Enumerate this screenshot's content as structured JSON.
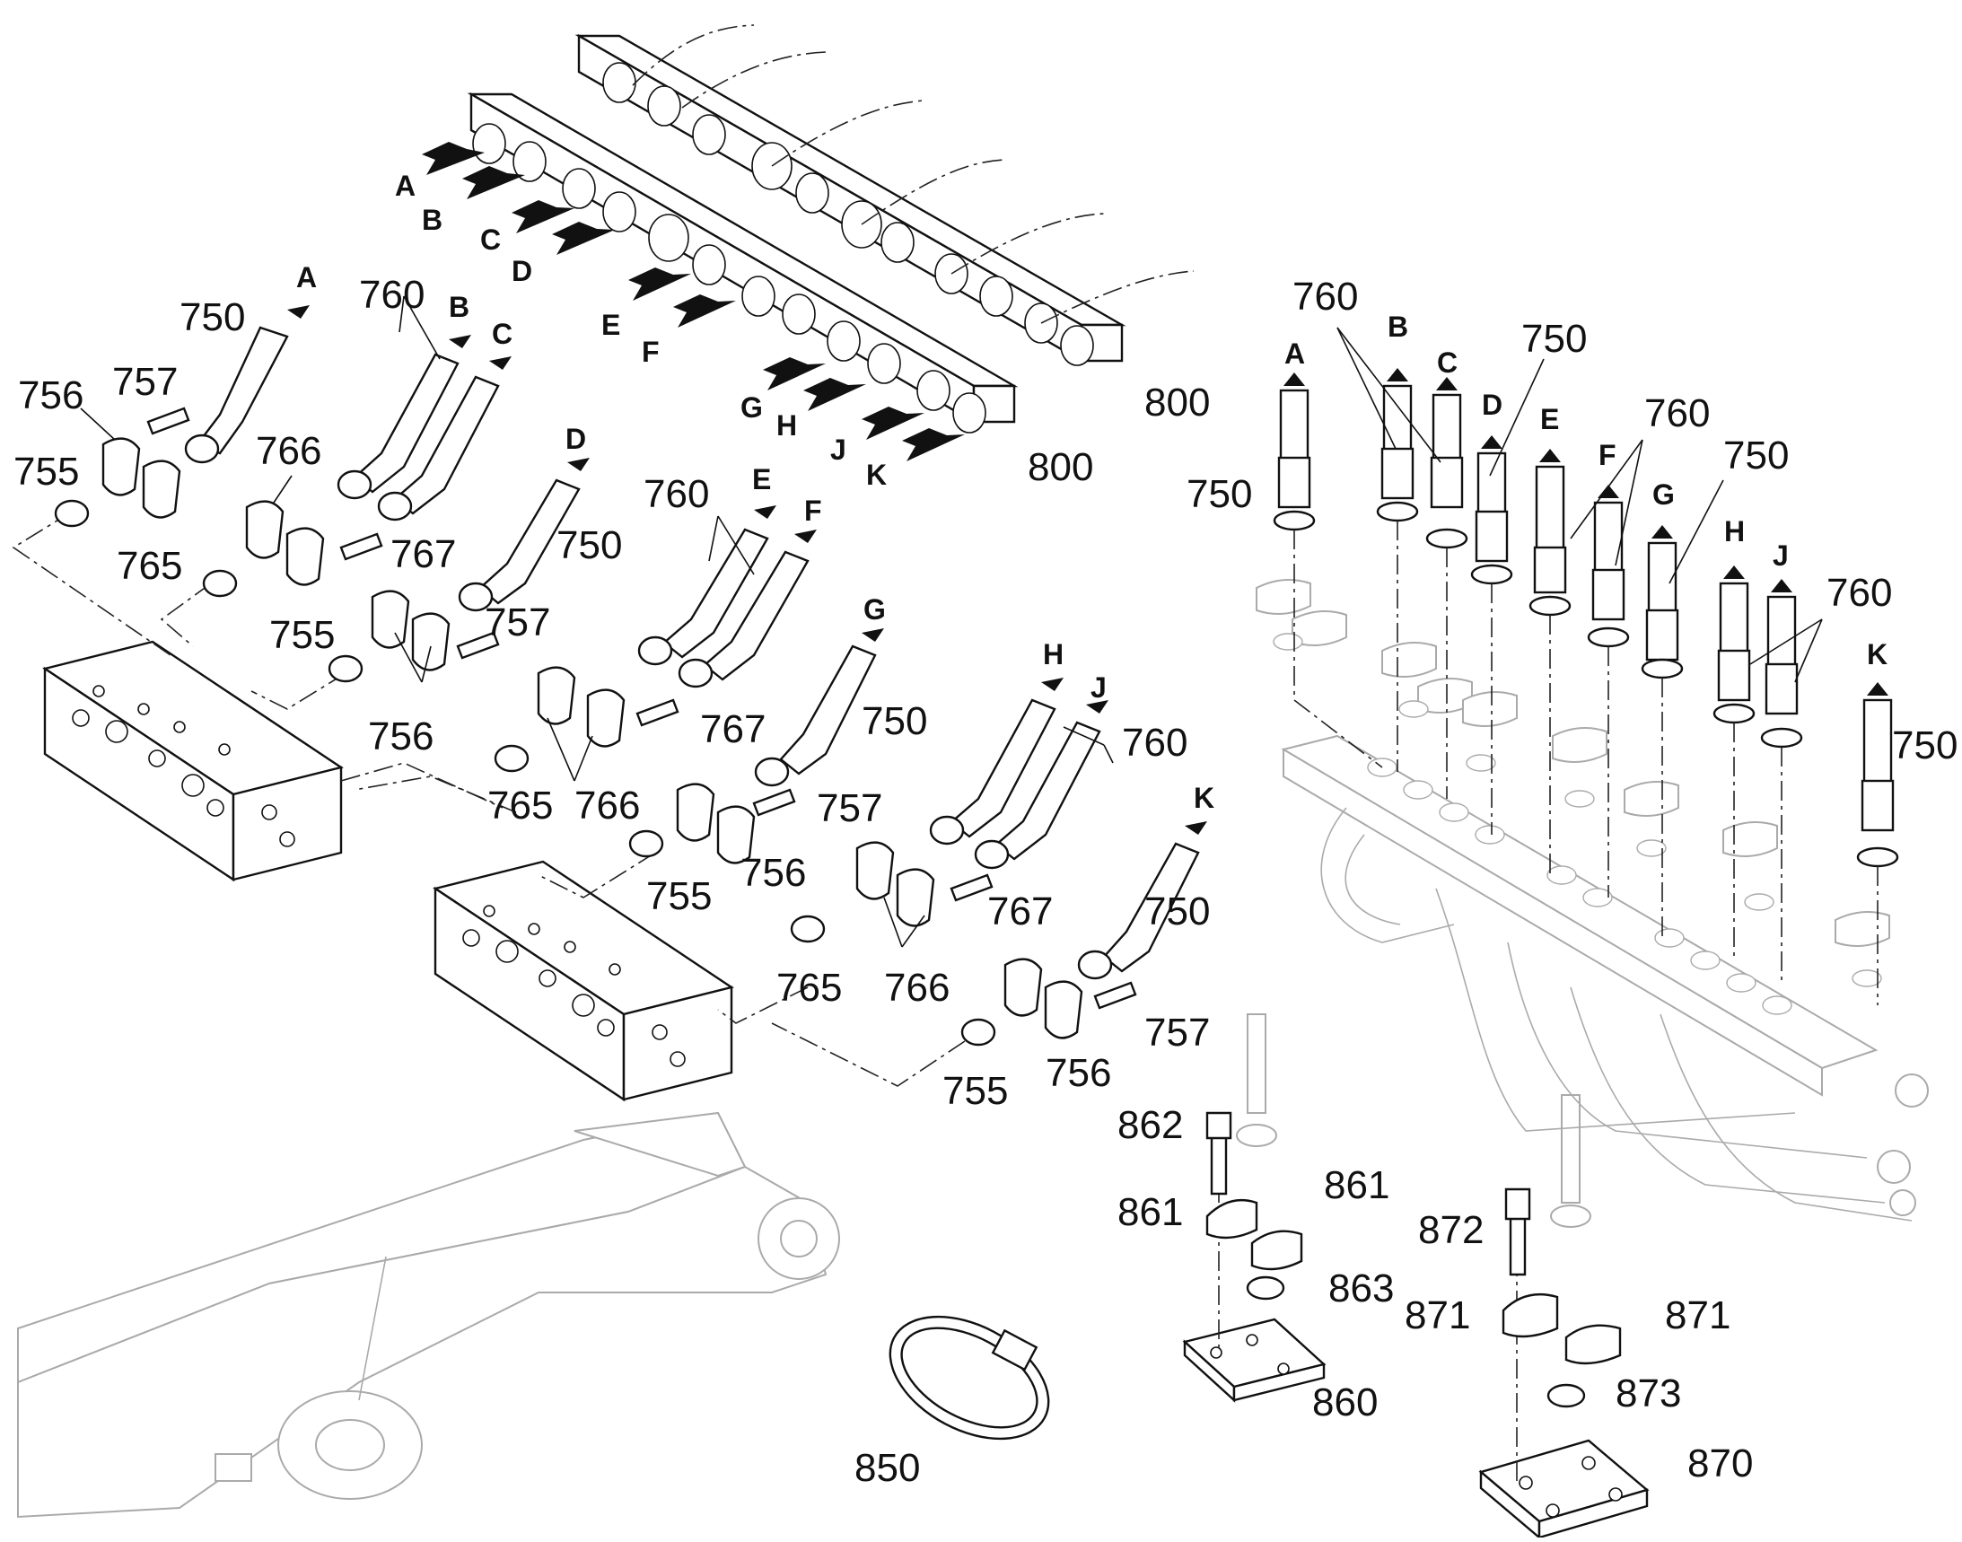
{
  "diagram": {
    "callouts": [
      {
        "id": "c750a",
        "text": "750"
      },
      {
        "id": "c760a",
        "text": "760"
      },
      {
        "id": "c757a",
        "text": "757"
      },
      {
        "id": "c756a",
        "text": "756"
      },
      {
        "id": "c755a",
        "text": "755"
      },
      {
        "id": "c766a",
        "text": "766"
      },
      {
        "id": "c765a",
        "text": "765"
      },
      {
        "id": "c767a",
        "text": "767"
      },
      {
        "id": "c750b",
        "text": "750"
      },
      {
        "id": "c755b",
        "text": "755"
      },
      {
        "id": "c757b",
        "text": "757"
      },
      {
        "id": "c756b",
        "text": "756"
      },
      {
        "id": "c760b",
        "text": "760"
      },
      {
        "id": "c767b",
        "text": "767"
      },
      {
        "id": "c765b",
        "text": "765"
      },
      {
        "id": "c766b",
        "text": "766"
      },
      {
        "id": "c750c",
        "text": "750"
      },
      {
        "id": "c757c",
        "text": "757"
      },
      {
        "id": "c756c",
        "text": "756"
      },
      {
        "id": "c755c",
        "text": "755"
      },
      {
        "id": "c760c",
        "text": "760"
      },
      {
        "id": "c767c",
        "text": "767"
      },
      {
        "id": "c750d",
        "text": "750"
      },
      {
        "id": "c765c",
        "text": "765"
      },
      {
        "id": "c766c",
        "text": "766"
      },
      {
        "id": "c757d",
        "text": "757"
      },
      {
        "id": "c756d",
        "text": "756"
      },
      {
        "id": "c755d",
        "text": "755"
      },
      {
        "id": "c800a",
        "text": "800"
      },
      {
        "id": "c800b",
        "text": "800"
      },
      {
        "id": "c760d",
        "text": "760"
      },
      {
        "id": "c750e",
        "text": "750"
      },
      {
        "id": "c750f",
        "text": "750"
      },
      {
        "id": "c760e",
        "text": "760"
      },
      {
        "id": "c750g",
        "text": "750"
      },
      {
        "id": "c760f",
        "text": "760"
      },
      {
        "id": "c750h",
        "text": "750"
      },
      {
        "id": "c862",
        "text": "862"
      },
      {
        "id": "c861a",
        "text": "861"
      },
      {
        "id": "c861b",
        "text": "861"
      },
      {
        "id": "c863",
        "text": "863"
      },
      {
        "id": "c860",
        "text": "860"
      },
      {
        "id": "c872",
        "text": "872"
      },
      {
        "id": "c871a",
        "text": "871"
      },
      {
        "id": "c871b",
        "text": "871"
      },
      {
        "id": "c873",
        "text": "873"
      },
      {
        "id": "c870",
        "text": "870"
      },
      {
        "id": "c850",
        "text": "850"
      }
    ],
    "letters": [
      {
        "id": "tA",
        "text": "A"
      },
      {
        "id": "tB",
        "text": "B"
      },
      {
        "id": "tC",
        "text": "C"
      },
      {
        "id": "tD",
        "text": "D"
      },
      {
        "id": "tE",
        "text": "E"
      },
      {
        "id": "tF",
        "text": "F"
      },
      {
        "id": "tG",
        "text": "G"
      },
      {
        "id": "tH",
        "text": "H"
      },
      {
        "id": "tJ",
        "text": "J"
      },
      {
        "id": "tK",
        "text": "K"
      },
      {
        "id": "hA",
        "text": "A"
      },
      {
        "id": "hB",
        "text": "B"
      },
      {
        "id": "hC",
        "text": "C"
      },
      {
        "id": "hD",
        "text": "D"
      },
      {
        "id": "hE",
        "text": "E"
      },
      {
        "id": "hF",
        "text": "F"
      },
      {
        "id": "hG",
        "text": "G"
      },
      {
        "id": "hH",
        "text": "H"
      },
      {
        "id": "hJ",
        "text": "J"
      },
      {
        "id": "hK",
        "text": "K"
      },
      {
        "id": "vA",
        "text": "A"
      },
      {
        "id": "vB",
        "text": "B"
      },
      {
        "id": "vC",
        "text": "C"
      },
      {
        "id": "vD",
        "text": "D"
      },
      {
        "id": "vE",
        "text": "E"
      },
      {
        "id": "vF",
        "text": "F"
      },
      {
        "id": "vG",
        "text": "G"
      },
      {
        "id": "vH",
        "text": "H"
      },
      {
        "id": "vJ",
        "text": "J"
      },
      {
        "id": "vK",
        "text": "K"
      }
    ]
  }
}
